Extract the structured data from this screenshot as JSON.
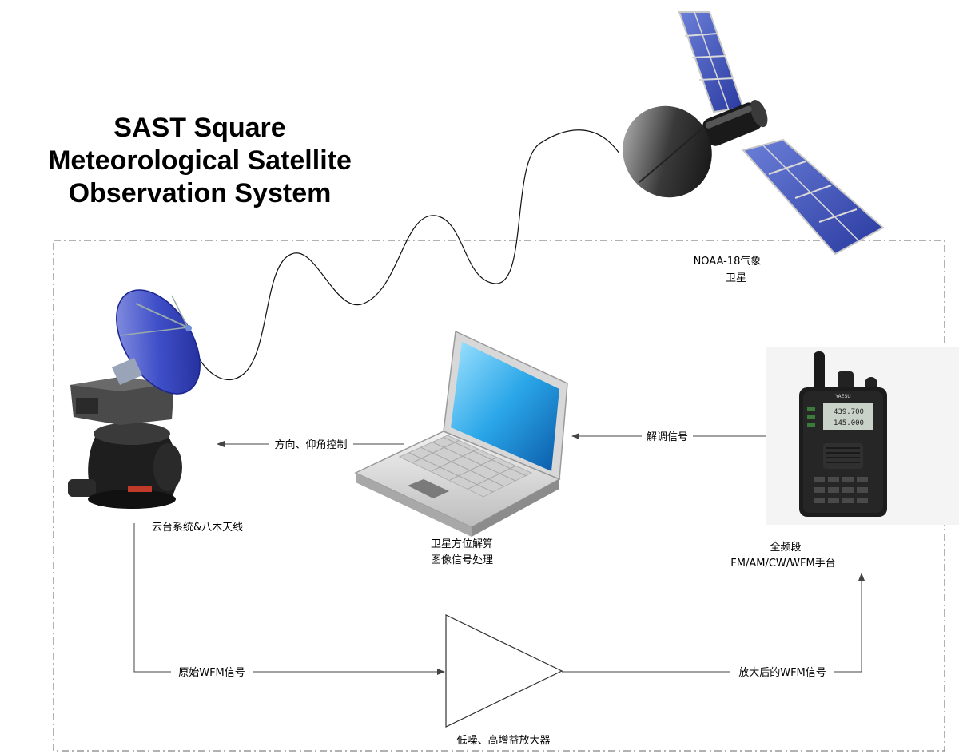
{
  "title": {
    "line1": "SAST Square",
    "line2": "Meteorological Satellite",
    "line3": "Observation System"
  },
  "nodes": {
    "satellite": {
      "label_line1": "NOAA-18气象",
      "label_line2": "卫星",
      "icon": "satellite-icon"
    },
    "antenna": {
      "label": "云台系统&八木天线",
      "icon": "dish-antenna-on-tripod-head-icon"
    },
    "laptop": {
      "label_line1": "卫星方位解算",
      "label_line2": "图像信号处理",
      "icon": "laptop-icon"
    },
    "radio": {
      "label_line1": "全频段",
      "label_line2": "FM/AM/CW/WFM手台",
      "icon": "handheld-radio-icon",
      "screen_line1": "439.700",
      "screen_line2": "145.000",
      "brand": "YAESU"
    },
    "amplifier": {
      "label": "低噪、高增益放大器",
      "icon": "amplifier-triangle-icon"
    }
  },
  "edges": {
    "control": "方向、仰角控制",
    "demod": "解调信号",
    "raw": "原始WFM信号",
    "amplified": "放大后的WFM信号"
  }
}
